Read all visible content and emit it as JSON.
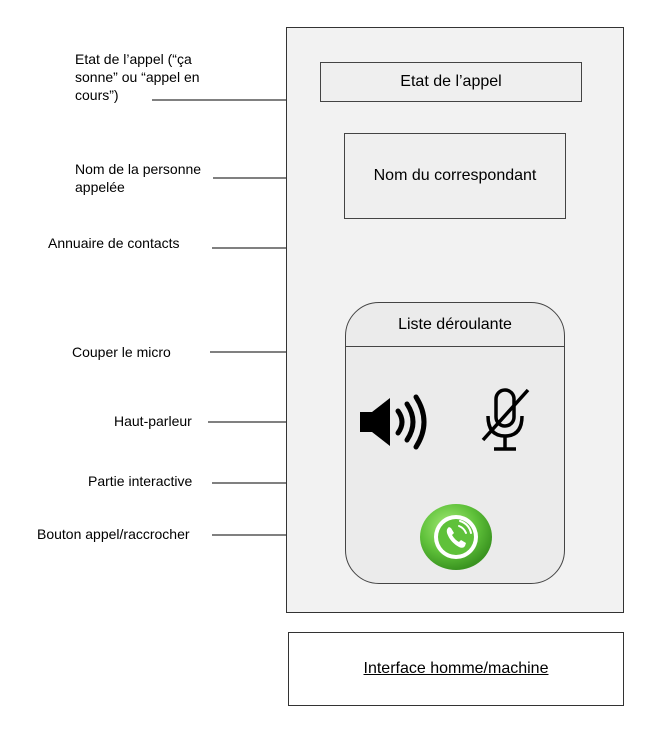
{
  "annotations": {
    "call_state": "Etat de l’appel (“ça sonne” ou “appel en cours”)",
    "called_name": "Nom de la personne appelée",
    "contacts": "Annuaire de contacts",
    "mute": "Couper le micro",
    "speaker": "Haut-parleur",
    "interactive": "Partie interactive",
    "call_button": "Bouton appel/raccrocher"
  },
  "phone": {
    "status_label": "Etat de l’appel",
    "name_label": "Nom du correspondant",
    "list_label": "Liste déroulante"
  },
  "footer": {
    "label": "Interface homme/machine"
  },
  "icons": {
    "speaker": "speaker-icon",
    "mute": "microphone-muted-icon",
    "call": "phone-call-icon"
  },
  "colors": {
    "call_button": "#5fc13a",
    "line": "#000000"
  }
}
